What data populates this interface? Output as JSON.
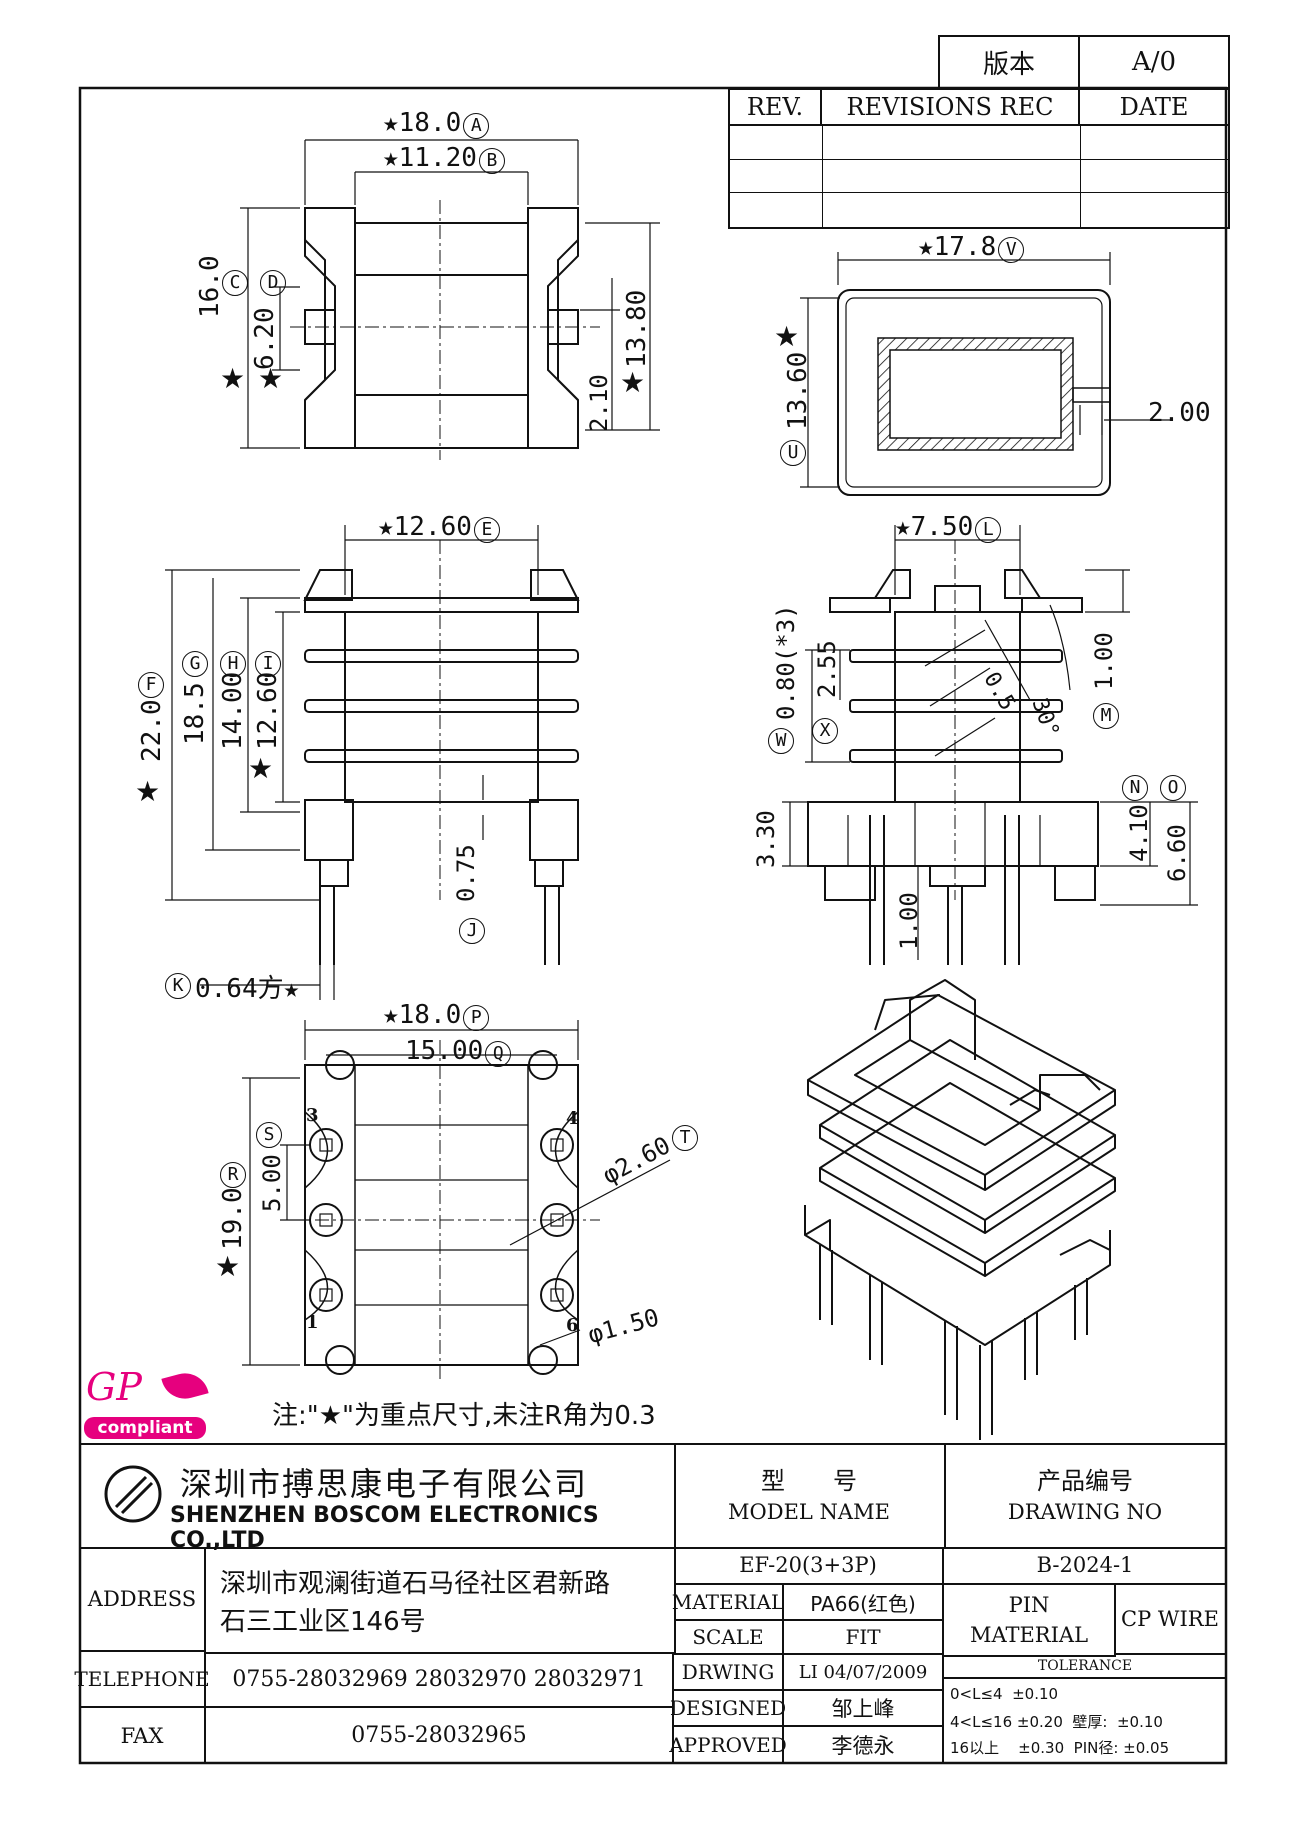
{
  "version_box": {
    "label": "版本",
    "value": "A/0"
  },
  "revisions": {
    "headers": [
      "REV.",
      "REVISIONS REC",
      "DATE"
    ]
  },
  "dimensions": {
    "top_view": {
      "width_a": "★18.0",
      "a": "A",
      "width_b": "★11.20",
      "b": "B",
      "c": "C",
      "d": "D",
      "height_c": "16.0",
      "height_d": "6.20",
      "star1": "★",
      "star2": "★",
      "h_1380": "13.80",
      "star3": "★",
      "h_210": "2.10"
    },
    "bottom_outline": {
      "w": "★17.8",
      "v": "V",
      "h": "13.60",
      "star": "★",
      "u": "U",
      "wall": "2.00"
    },
    "front_view": {
      "e_val": "★12.60",
      "e": "E",
      "f": "F",
      "g": "G",
      "h": "H",
      "i": "I",
      "f_val": "22.0",
      "g_val": "18.5",
      "h_val": "14.00",
      "i_val": "12.60",
      "star_f": "★",
      "star_i": "★",
      "j_val": "0.75",
      "j": "J",
      "k": "K",
      "k_val": "0.64方★"
    },
    "side_view": {
      "l_val": "★7.50",
      "l": "L",
      "v080": "0.80(*3)",
      "v255": "2.55",
      "w": "W",
      "x": "X",
      "v05": "0.5",
      "v30": "30°",
      "v100": "1.00",
      "m": "M",
      "n": "N",
      "o": "O",
      "v330": "3.30",
      "v410": "4.10",
      "v660": "6.60",
      "v100b": "1.00"
    },
    "pin_view": {
      "p_val": "★18.0",
      "p": "P",
      "q_val": "15.00",
      "q": "Q",
      "s": "S",
      "r": "R",
      "v500": "5.00",
      "v190": "19.0",
      "star": "★",
      "t": "T",
      "v260": "φ2.60",
      "v150": "φ1.50",
      "pin1": "1",
      "pin3": "3",
      "pin4": "4",
      "pin6": "6"
    }
  },
  "note": "注:\"★\"为重点尺寸,未注R角为0.3",
  "gp_logo": {
    "gp": "GP",
    "compliant": "compliant"
  },
  "title_block": {
    "company_cn": "深圳市搏思康电子有限公司",
    "company_en": "SHENZHEN BOSCOM ELECTRONICS CO.,LTD",
    "model_label_cn": "型　　号",
    "model_label_en": "MODEL NAME",
    "drawing_no_cn": "产品编号",
    "drawing_no_en": "DRAWING NO",
    "model_value": "EF-20(3+3P)",
    "drawing_no_value": "B-2024-1",
    "address_label": "ADDRESS",
    "address_line1": "深圳市观澜街道石马径社区君新路",
    "address_line2": "石三工业区146号",
    "telephone_label": "TELEPHONE",
    "telephone_value": "0755-28032969 28032970 28032971",
    "fax_label": "FAX",
    "fax_value": "0755-28032965",
    "material_label": "MATERIAL",
    "material_value": "PA66(红色)",
    "scale_label": "SCALE",
    "scale_value": "FIT",
    "drawing_label": "DRWING",
    "drawing_value": "LI 04/07/2009",
    "designed_label": "DESIGNED",
    "designed_value": "邹上峰",
    "approved_label": "APPROVED",
    "approved_value": "李德永",
    "pin_material_label1": "PIN",
    "pin_material_label2": "MATERIAL",
    "pin_material_value": "CP WIRE",
    "tolerance_label": "TOLERANCE",
    "tol1": "0<L≤4  ±0.10",
    "tol2": "4<L≤16 ±0.20  壁厚:  ±0.10",
    "tol3": "16以上    ±0.30  PIN径: ±0.05"
  },
  "colors": {
    "line": "#111111",
    "logo_magenta": "#e6007e"
  }
}
